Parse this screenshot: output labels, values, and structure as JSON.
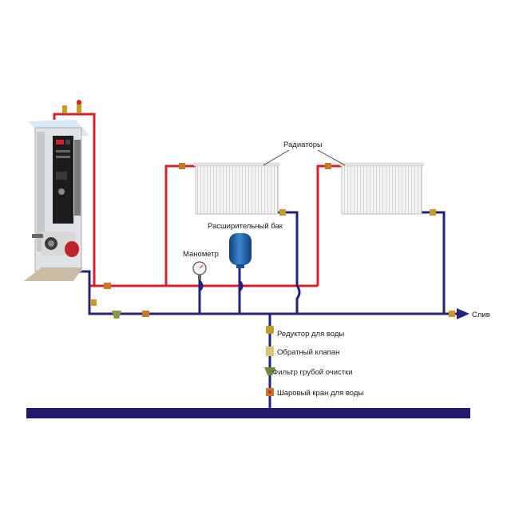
{
  "labels": {
    "radiators": "Радиаторы",
    "expansion_tank": "Расширительный бак",
    "manometer": "Манометр",
    "drain": "Слив",
    "reducer": "Редуктор для воды",
    "check_valve": "Обратный клапан",
    "coarse_filter": "Фильтр грубой очистки",
    "ball_valve": "Шаровый кран для воды"
  },
  "colors": {
    "supply_pipe": "#d8202b",
    "return_pipe": "#23237a",
    "floor": "#1f1a6e",
    "tank": "#1d5fa8",
    "radiator": "#eeeeee"
  },
  "icons": {
    "boiler": "electric-boiler-icon",
    "radiator": "panel-radiator-icon",
    "tank": "expansion-tank-icon",
    "gauge": "pressure-gauge-icon",
    "valve": "valve-icon",
    "arrow": "flow-arrow-icon"
  }
}
